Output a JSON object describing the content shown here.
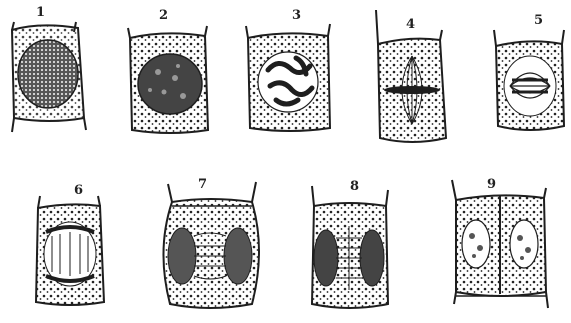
{
  "figure": {
    "cells": [
      {
        "label": "1"
      },
      {
        "label": "2"
      },
      {
        "label": "3"
      },
      {
        "label": "4"
      },
      {
        "label": "5"
      },
      {
        "label": "6"
      },
      {
        "label": "7"
      },
      {
        "label": "8"
      },
      {
        "label": "9"
      }
    ],
    "colors": {
      "ink": "#1e1e1e",
      "cytoplasm": "#efe8d8",
      "chromatin": "#3a3a3a",
      "background": "#ffffff"
    }
  }
}
